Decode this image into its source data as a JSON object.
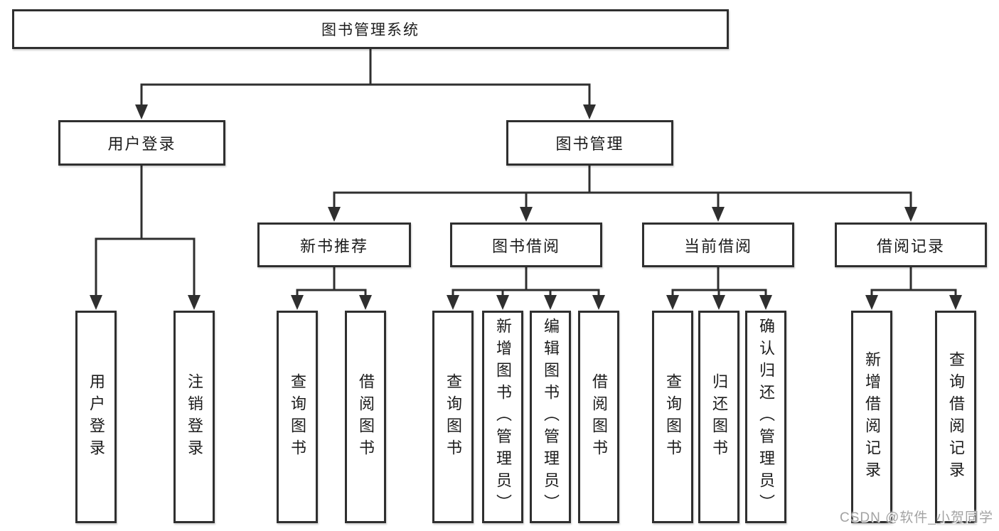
{
  "diagram": {
    "title": "图书管理系统",
    "level2": [
      {
        "label": "用户登录"
      },
      {
        "label": "图书管理"
      }
    ],
    "level3": [
      {
        "label": "新书推荐"
      },
      {
        "label": "图书借阅"
      },
      {
        "label": "当前借阅"
      },
      {
        "label": "借阅记录"
      }
    ],
    "leaves": [
      {
        "label": "用户登录"
      },
      {
        "label": "注销登录"
      },
      {
        "label": "查询图书"
      },
      {
        "label": "借阅图书"
      },
      {
        "label": "查询图书"
      },
      {
        "label": "新增图书（管理员）"
      },
      {
        "label": "编辑图书（管理员）"
      },
      {
        "label": "借阅图书"
      },
      {
        "label": "查询图书"
      },
      {
        "label": "归还图书"
      },
      {
        "label": "确认归还（管理员）"
      },
      {
        "label": "新增借阅记录"
      },
      {
        "label": "查询借阅记录"
      }
    ],
    "colors": {
      "line": "#2f2f2f",
      "box_border": "#2f2f2f",
      "text": "#1c1c1c",
      "background": "#ffffff",
      "watermark": "#a3a3a3"
    }
  },
  "watermark": {
    "text": "CSDN @软件_小贺同学"
  }
}
